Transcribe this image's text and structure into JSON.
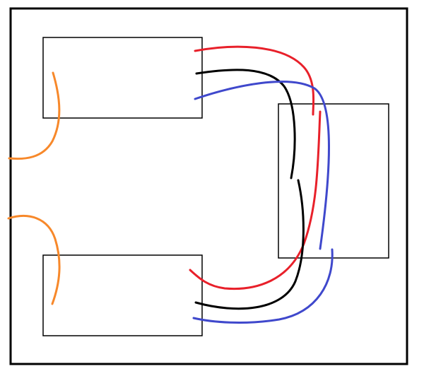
{
  "colors": {
    "background": "#ffffff",
    "outline": "#000000",
    "red": "#e8202a",
    "black": "#000000",
    "blue": "#3f48cc",
    "orange": "#f7882a"
  },
  "diagram": {
    "components": [
      {
        "name": "outer-enclosure"
      },
      {
        "name": "top-left-box"
      },
      {
        "name": "bottom-left-box"
      },
      {
        "name": "right-box"
      }
    ],
    "wires": [
      {
        "name": "red-wire",
        "color": "red"
      },
      {
        "name": "black-wire",
        "color": "black"
      },
      {
        "name": "blue-wire",
        "color": "blue"
      },
      {
        "name": "orange-wire",
        "color": "orange"
      }
    ]
  }
}
